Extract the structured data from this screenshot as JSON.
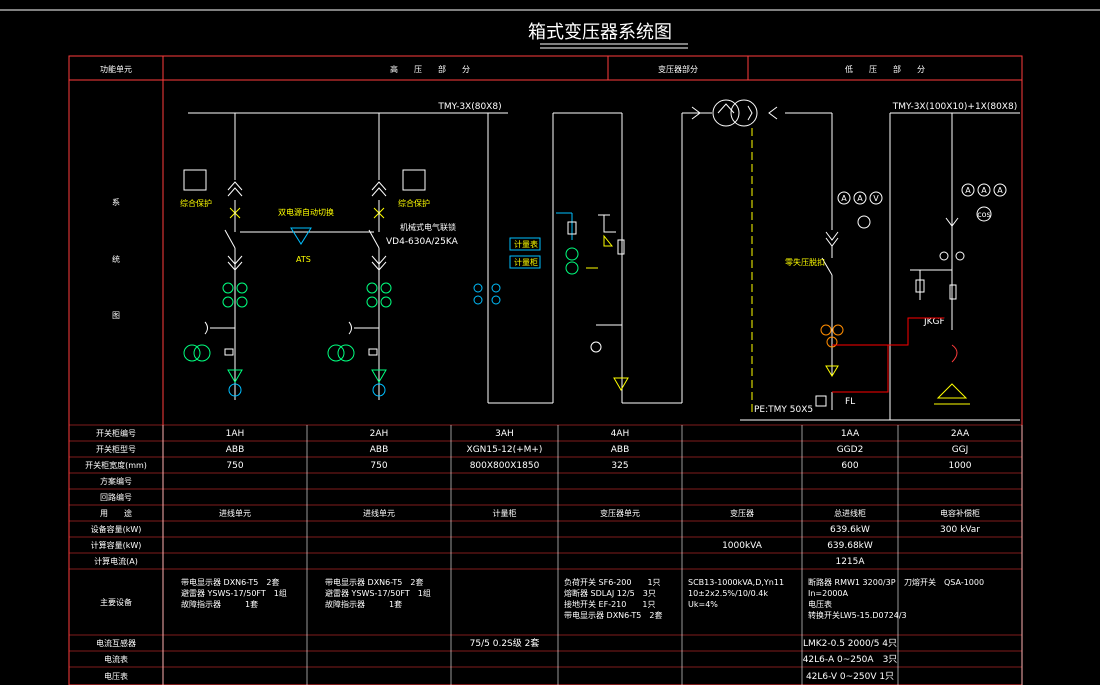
{
  "title": "箱式变压器系统图",
  "header": {
    "function_unit": "功能单元",
    "hv": "高　　压　　部　　分",
    "tr": "变压器部分",
    "lv": "低　　压　　部　　分"
  },
  "row_diagram_label": [
    "系",
    "统",
    "图"
  ],
  "diagram": {
    "busbar_hv": "TMY-3X(80X8)",
    "busbar_lv": "TMY-3X(100X10)+1X(80X8)",
    "left_indicator_label": "综合保护",
    "right_indicator_label": "综合保护",
    "dual_power": "双电源自动切换",
    "ats": "ATS",
    "breaker_name": "机械式电气联锁",
    "breaker_spec": "VD4-630A/25KA",
    "meter_box_1": "计量表",
    "meter_box_2": "计量柜",
    "main_breaker_label": "零失压脱扣",
    "jkg": "JKGF",
    "pe": "PE:TMY 50X5",
    "fl": "FL",
    "meters": [
      "A",
      "A",
      "V",
      "A",
      "A",
      "A",
      "cos"
    ]
  },
  "table": {
    "row_labels": [
      "开关柜编号",
      "开关柜型号",
      "开关柜宽度(mm)",
      "方案编号",
      "回路编号",
      "用　　途",
      "设备容量(kW)",
      "计算容量(kW)",
      "计算电流(A)",
      "主要设备",
      "电流互感器",
      "电流表",
      "电压表"
    ],
    "cabinet_no": [
      "1AH",
      "2AH",
      "3AH",
      "4AH",
      "",
      "1AA",
      "2AA"
    ],
    "cabinet_type": [
      "ABB",
      "ABB",
      "XGN15-12(+M+)",
      "ABB",
      "",
      "GGD2",
      "GGJ"
    ],
    "cabinet_width": [
      "750",
      "750",
      "800X800X1850",
      "325",
      "",
      "600",
      "1000"
    ],
    "usage": [
      "进线单元",
      "进线单元",
      "计量柜",
      "变压器单元",
      "变压器",
      "总进线柜",
      "电容补偿柜"
    ],
    "equipment_capacity": [
      "",
      "",
      "",
      "",
      "",
      "639.6kW",
      "300 kVar"
    ],
    "calc_capacity": [
      "",
      "",
      "",
      "",
      "1000kVA",
      "639.68kW",
      ""
    ],
    "calc_current": [
      "",
      "",
      "",
      "",
      "",
      "1215A",
      ""
    ],
    "main_equipment": {
      "c1": [
        "带电显示器 DXN6-T5　2套",
        "避雷器 YSWS-17/50FT　1组",
        "故障指示器　　　1套"
      ],
      "c2": [
        "带电显示器 DXN6-T5　2套",
        "避雷器 YSWS-17/50FT　1组",
        "故障指示器　　　1套"
      ],
      "c4": [
        "负荷开关 SF6-200　　1只",
        "熔断器 SDLAJ 12/5　3只",
        "接地开关 EF-210　　1只",
        "带电显示器 DXN6-T5　2套"
      ],
      "c5": [
        "SCB13-1000kVA,D,Yn11",
        "10±2x2.5%/10/0.4k",
        "Uk=4%"
      ],
      "c6": [
        "断路器 RMW1 3200/3P",
        "In=2000A",
        "电压表",
        "转换开关LW5-15.D0724/3"
      ],
      "c7": [
        "刀熔开关　QSA-1000"
      ]
    },
    "ct": [
      "",
      "",
      "75/5 0.2S级 2套",
      "",
      "",
      "LMK2-0.5 2000/5 4只",
      ""
    ],
    "ammeter": [
      "",
      "",
      "",
      "",
      "",
      "42L6-A 0~250A　3只",
      ""
    ],
    "voltmeter": [
      "",
      "",
      "",
      "",
      "",
      "42L6-V 0~250V 1只",
      ""
    ]
  }
}
